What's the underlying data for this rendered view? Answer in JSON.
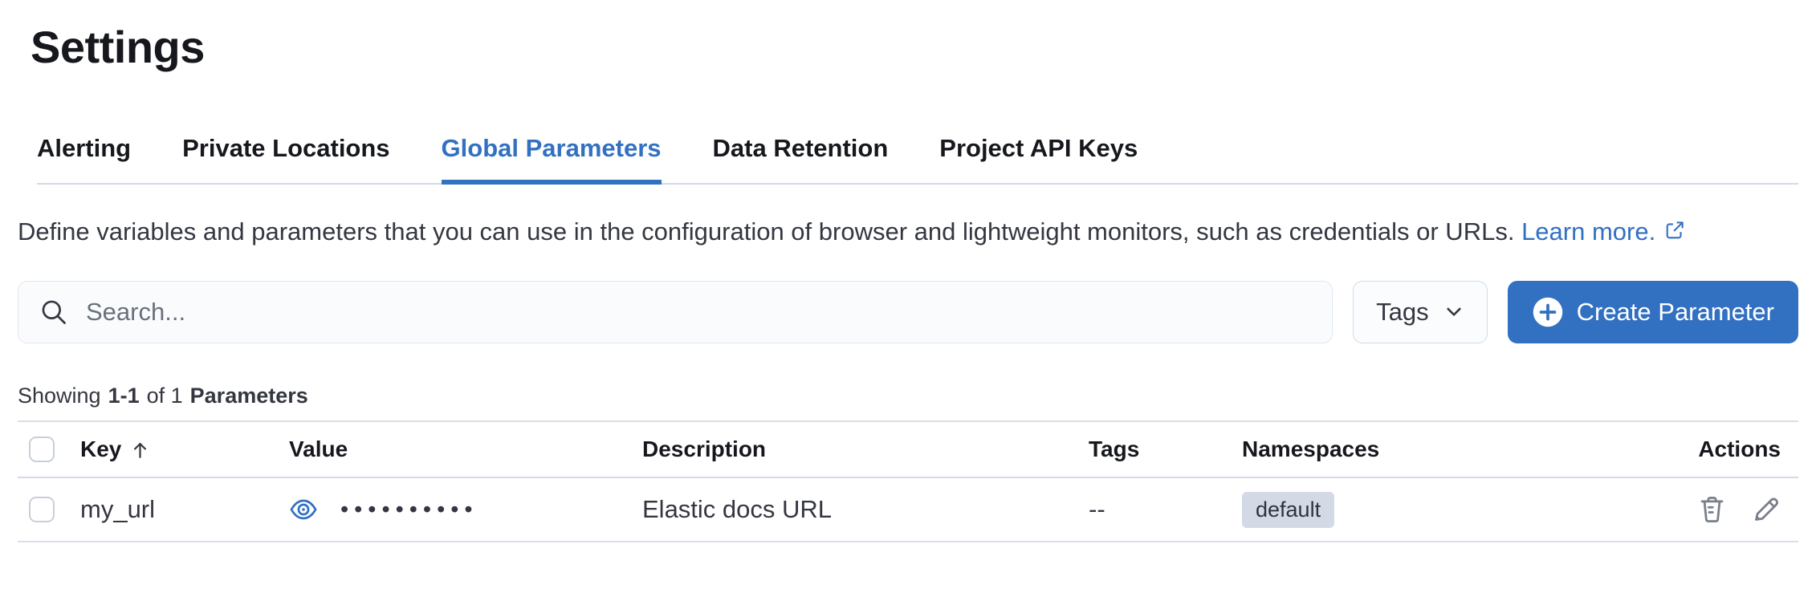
{
  "page": {
    "title": "Settings"
  },
  "tabs": [
    {
      "label": "Alerting",
      "active": false
    },
    {
      "label": "Private Locations",
      "active": false
    },
    {
      "label": "Global Parameters",
      "active": true
    },
    {
      "label": "Data Retention",
      "active": false
    },
    {
      "label": "Project API Keys",
      "active": false
    }
  ],
  "description": {
    "text": "Define variables and parameters that you can use in the configuration of browser and lightweight monitors, such as credentials or URLs.",
    "link_label": "Learn more.",
    "link_icon": "external-link-icon"
  },
  "toolbar": {
    "search_placeholder": "Search...",
    "search_icon": "search-icon",
    "tags_label": "Tags",
    "tags_icon": "chevron-down-icon",
    "create_label": "Create Parameter",
    "create_icon": "plus-in-circle-icon"
  },
  "summary": {
    "prefix": "Showing",
    "range": "1-1",
    "of": "of 1",
    "entity": "Parameters"
  },
  "table": {
    "columns": [
      "Key",
      "Value",
      "Description",
      "Tags",
      "Namespaces",
      "Actions"
    ],
    "sort": {
      "column": "Key",
      "direction": "ascending",
      "icon": "sort-ascending-icon"
    },
    "rows": [
      {
        "key": "my_url",
        "value_masked": "••••••••••",
        "value_icon": "eye-icon",
        "description": "Elastic docs URL",
        "tags": "--",
        "namespaces": [
          "default"
        ],
        "actions": [
          "delete",
          "edit"
        ]
      }
    ]
  },
  "colors": {
    "accent_blue": "#3270c2",
    "text_dark": "#343741",
    "heading_dark": "#16181d",
    "divider": "#d9dfe9",
    "badge_bg": "#d3dae6",
    "icon_gray": "#787f8a",
    "field_bg": "#fafbfd"
  }
}
